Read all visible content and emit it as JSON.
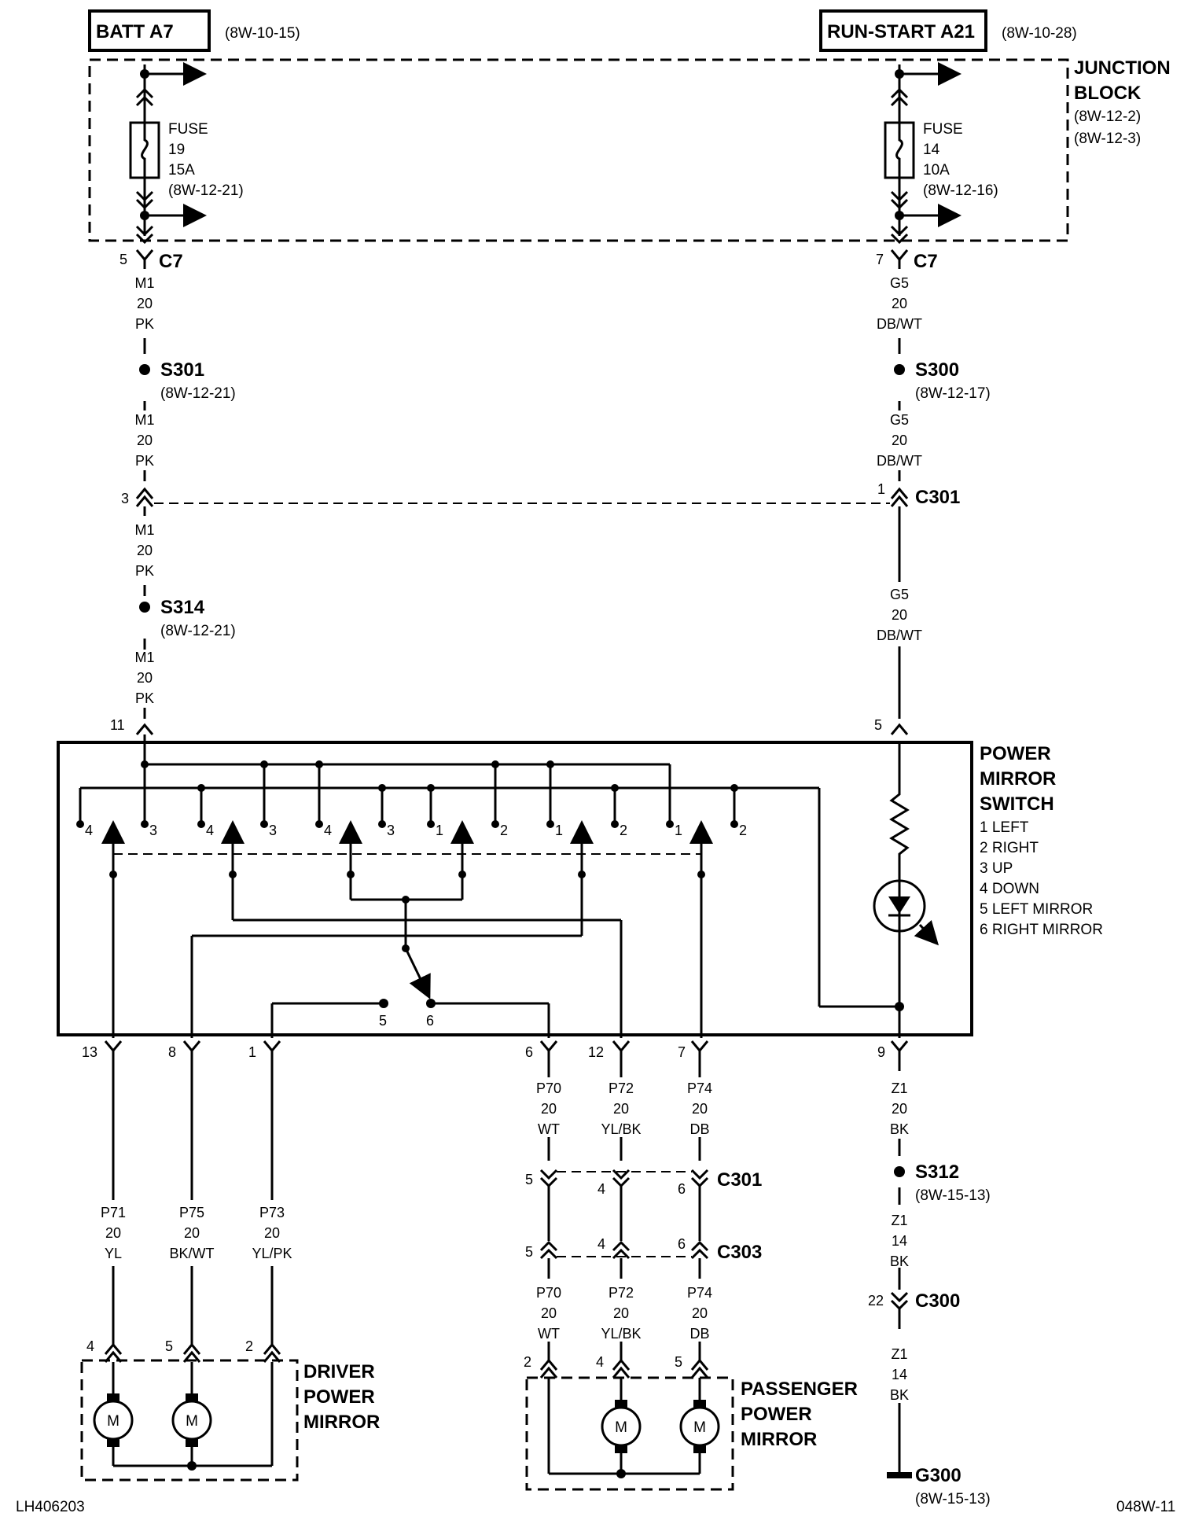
{
  "sources": {
    "batt": {
      "label": "BATT A7",
      "ref": "(8W-10-15)"
    },
    "run": {
      "label": "RUN-START A21",
      "ref": "(8W-10-28)"
    }
  },
  "junction_block": {
    "title1": "JUNCTION",
    "title2": "BLOCK",
    "ref1": "(8W-12-2)",
    "ref2": "(8W-12-3)"
  },
  "fuses": [
    {
      "l1": "FUSE",
      "l2": "19",
      "l3": "15A",
      "l4": "(8W-12-21)"
    },
    {
      "l1": "FUSE",
      "l2": "14",
      "l3": "10A",
      "l4": "(8W-12-16)"
    }
  ],
  "left_circuit": {
    "c7_pin": "5",
    "c7": "C7",
    "w1": [
      "M1",
      "20",
      "PK"
    ],
    "s301": "S301",
    "s301_ref": "(8W-12-21)",
    "w2": [
      "M1",
      "20",
      "PK"
    ],
    "c301_pin": "3",
    "w3": [
      "M1",
      "20",
      "PK"
    ],
    "s314": "S314",
    "s314_ref": "(8W-12-21)",
    "w4": [
      "M1",
      "20",
      "PK"
    ],
    "switch_pin": "11"
  },
  "right_circuit": {
    "c7_pin": "7",
    "c7": "C7",
    "w1": [
      "G5",
      "20",
      "DB/WT"
    ],
    "s300": "S300",
    "s300_ref": "(8W-12-17)",
    "w2": [
      "G5",
      "20",
      "DB/WT"
    ],
    "c301_pin": "1",
    "c301": "C301",
    "w3": [
      "G5",
      "20",
      "DB/WT"
    ],
    "switch_pin": "5"
  },
  "switch": {
    "title": [
      "POWER",
      "MIRROR",
      "SWITCH"
    ],
    "legend": [
      "1 LEFT",
      "2 RIGHT",
      "3 UP",
      "4 DOWN",
      "5 LEFT MIRROR",
      "6 RIGHT MIRROR"
    ],
    "contacts": [
      "4",
      "3",
      "4",
      "3",
      "4",
      "3",
      "1",
      "2",
      "1",
      "2",
      "1",
      "2"
    ],
    "sel5": "5",
    "sel6": "6",
    "pins": [
      "13",
      "8",
      "1",
      "6",
      "12",
      "7",
      "9"
    ]
  },
  "driver_wires": [
    [
      "P71",
      "20",
      "YL"
    ],
    [
      "P75",
      "20",
      "BK/WT"
    ],
    [
      "P73",
      "20",
      "YL/PK"
    ]
  ],
  "driver_mirror": {
    "pins": [
      "4",
      "5",
      "2"
    ],
    "title": [
      "DRIVER",
      "POWER",
      "MIRROR"
    ],
    "motor": "M"
  },
  "pass_wires_top": [
    [
      "P70",
      "20",
      "WT"
    ],
    [
      "P72",
      "20",
      "YL/BK"
    ],
    [
      "P74",
      "20",
      "DB"
    ]
  ],
  "c301_bottom": {
    "pins": [
      "5",
      "4",
      "6"
    ],
    "label": "C301"
  },
  "c303": {
    "pins": [
      "5",
      "4",
      "6"
    ],
    "label": "C303"
  },
  "pass_wires_bottom": [
    [
      "P70",
      "20",
      "WT"
    ],
    [
      "P72",
      "20",
      "YL/BK"
    ],
    [
      "P74",
      "20",
      "DB"
    ]
  ],
  "pass_mirror": {
    "pins": [
      "2",
      "4",
      "5"
    ],
    "title": [
      "PASSENGER",
      "POWER",
      "MIRROR"
    ],
    "motor": "M"
  },
  "ground_circuit": {
    "w1": [
      "Z1",
      "20",
      "BK"
    ],
    "s312": "S312",
    "s312_ref": "(8W-15-13)",
    "w2": [
      "Z1",
      "14",
      "BK"
    ],
    "c300_pin": "22",
    "c300": "C300",
    "w3": [
      "Z1",
      "14",
      "BK"
    ],
    "g300": "G300",
    "g300_ref": "(8W-15-13)"
  },
  "footer": {
    "left": "LH406203",
    "right": "048W-11"
  }
}
